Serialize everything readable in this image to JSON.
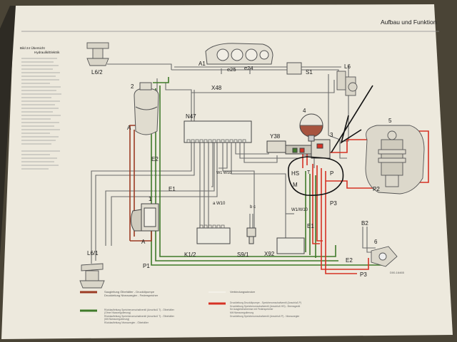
{
  "header": {
    "title": "Aufbau und Funktion"
  },
  "figure": {
    "caption_line1": "Bild 24  Übersicht",
    "caption_line2": "Hydraulik/Elektrik",
    "code": "D00-16465"
  },
  "components": {
    "L6_2": "L6/2",
    "L6_1": "L6/1",
    "L6": "L6",
    "A1": "A1",
    "e25": "e25",
    "e24": "e24",
    "S1": "S1",
    "X48": "X48",
    "N47": "N47",
    "Y38": "Y38",
    "n2": "2",
    "n1": "1",
    "n4": "4",
    "n3": "3",
    "n5": "5",
    "n6": "6",
    "A_top": "A",
    "A_bottom": "A",
    "E2_left": "E2",
    "E1_left": "E1",
    "E1_right": "E1",
    "E2_right": "E2",
    "P1": "P1",
    "P2": "P2",
    "P3_right": "P3",
    "P3_bottom": "P3",
    "W1_W10_mid": "W1\nW10",
    "W1_W10_right": "W1/W10",
    "a_W10": "a W10",
    "b_c": "b c",
    "K1_2": "K1/2",
    "S9_1": "S9/1",
    "X92": "X92",
    "B2": "B2",
    "HS": "HS",
    "T": "T",
    "P_valve": "P",
    "M": "M"
  },
  "legend": {
    "brown_1": "Saugleitung Ölbehälter - Druckölpumpe",
    "brown_2": "Druckleitung Niveauregler - Federspeicher",
    "green_1": "Rücklaufleitung Speicherumschaltventil (Anschluß T) - Ölbehälter",
    "green_2": "(Ohne Nivauregulierung)",
    "green_3": "Rücklaufleitung Speicherumschaltventil (Anschluß T) - Ölbehälter",
    "green_4": "(Mit Niveauregulierung)",
    "green_5": "Rücklaufleitung Niveauregler - Ölbehälter",
    "white_1": "Verbindungsstecker",
    "red_1": "Druckleitung Druckölpumpe - Speicherumschaltventil (Anschluß P)",
    "red_2": "Druckleitung Speicherumschaltventil (Anschluß HS) - Bremsgerät",
    "red_3": "für Ausgleichsbremse mit Federspeicher",
    "red_4": "Mit Niveauregulierung",
    "red_5": "Druckleitung Speicherumschaltventil (Anschluß P) - Niveauregler"
  },
  "colors": {
    "paper": "#ede9dd",
    "background": "#4a4436",
    "brown_line": "#9c3b24",
    "green_line": "#3f7a2a",
    "red_line": "#d63225",
    "gray_line": "#6b6b6b",
    "ink_annotation": "#111111"
  }
}
